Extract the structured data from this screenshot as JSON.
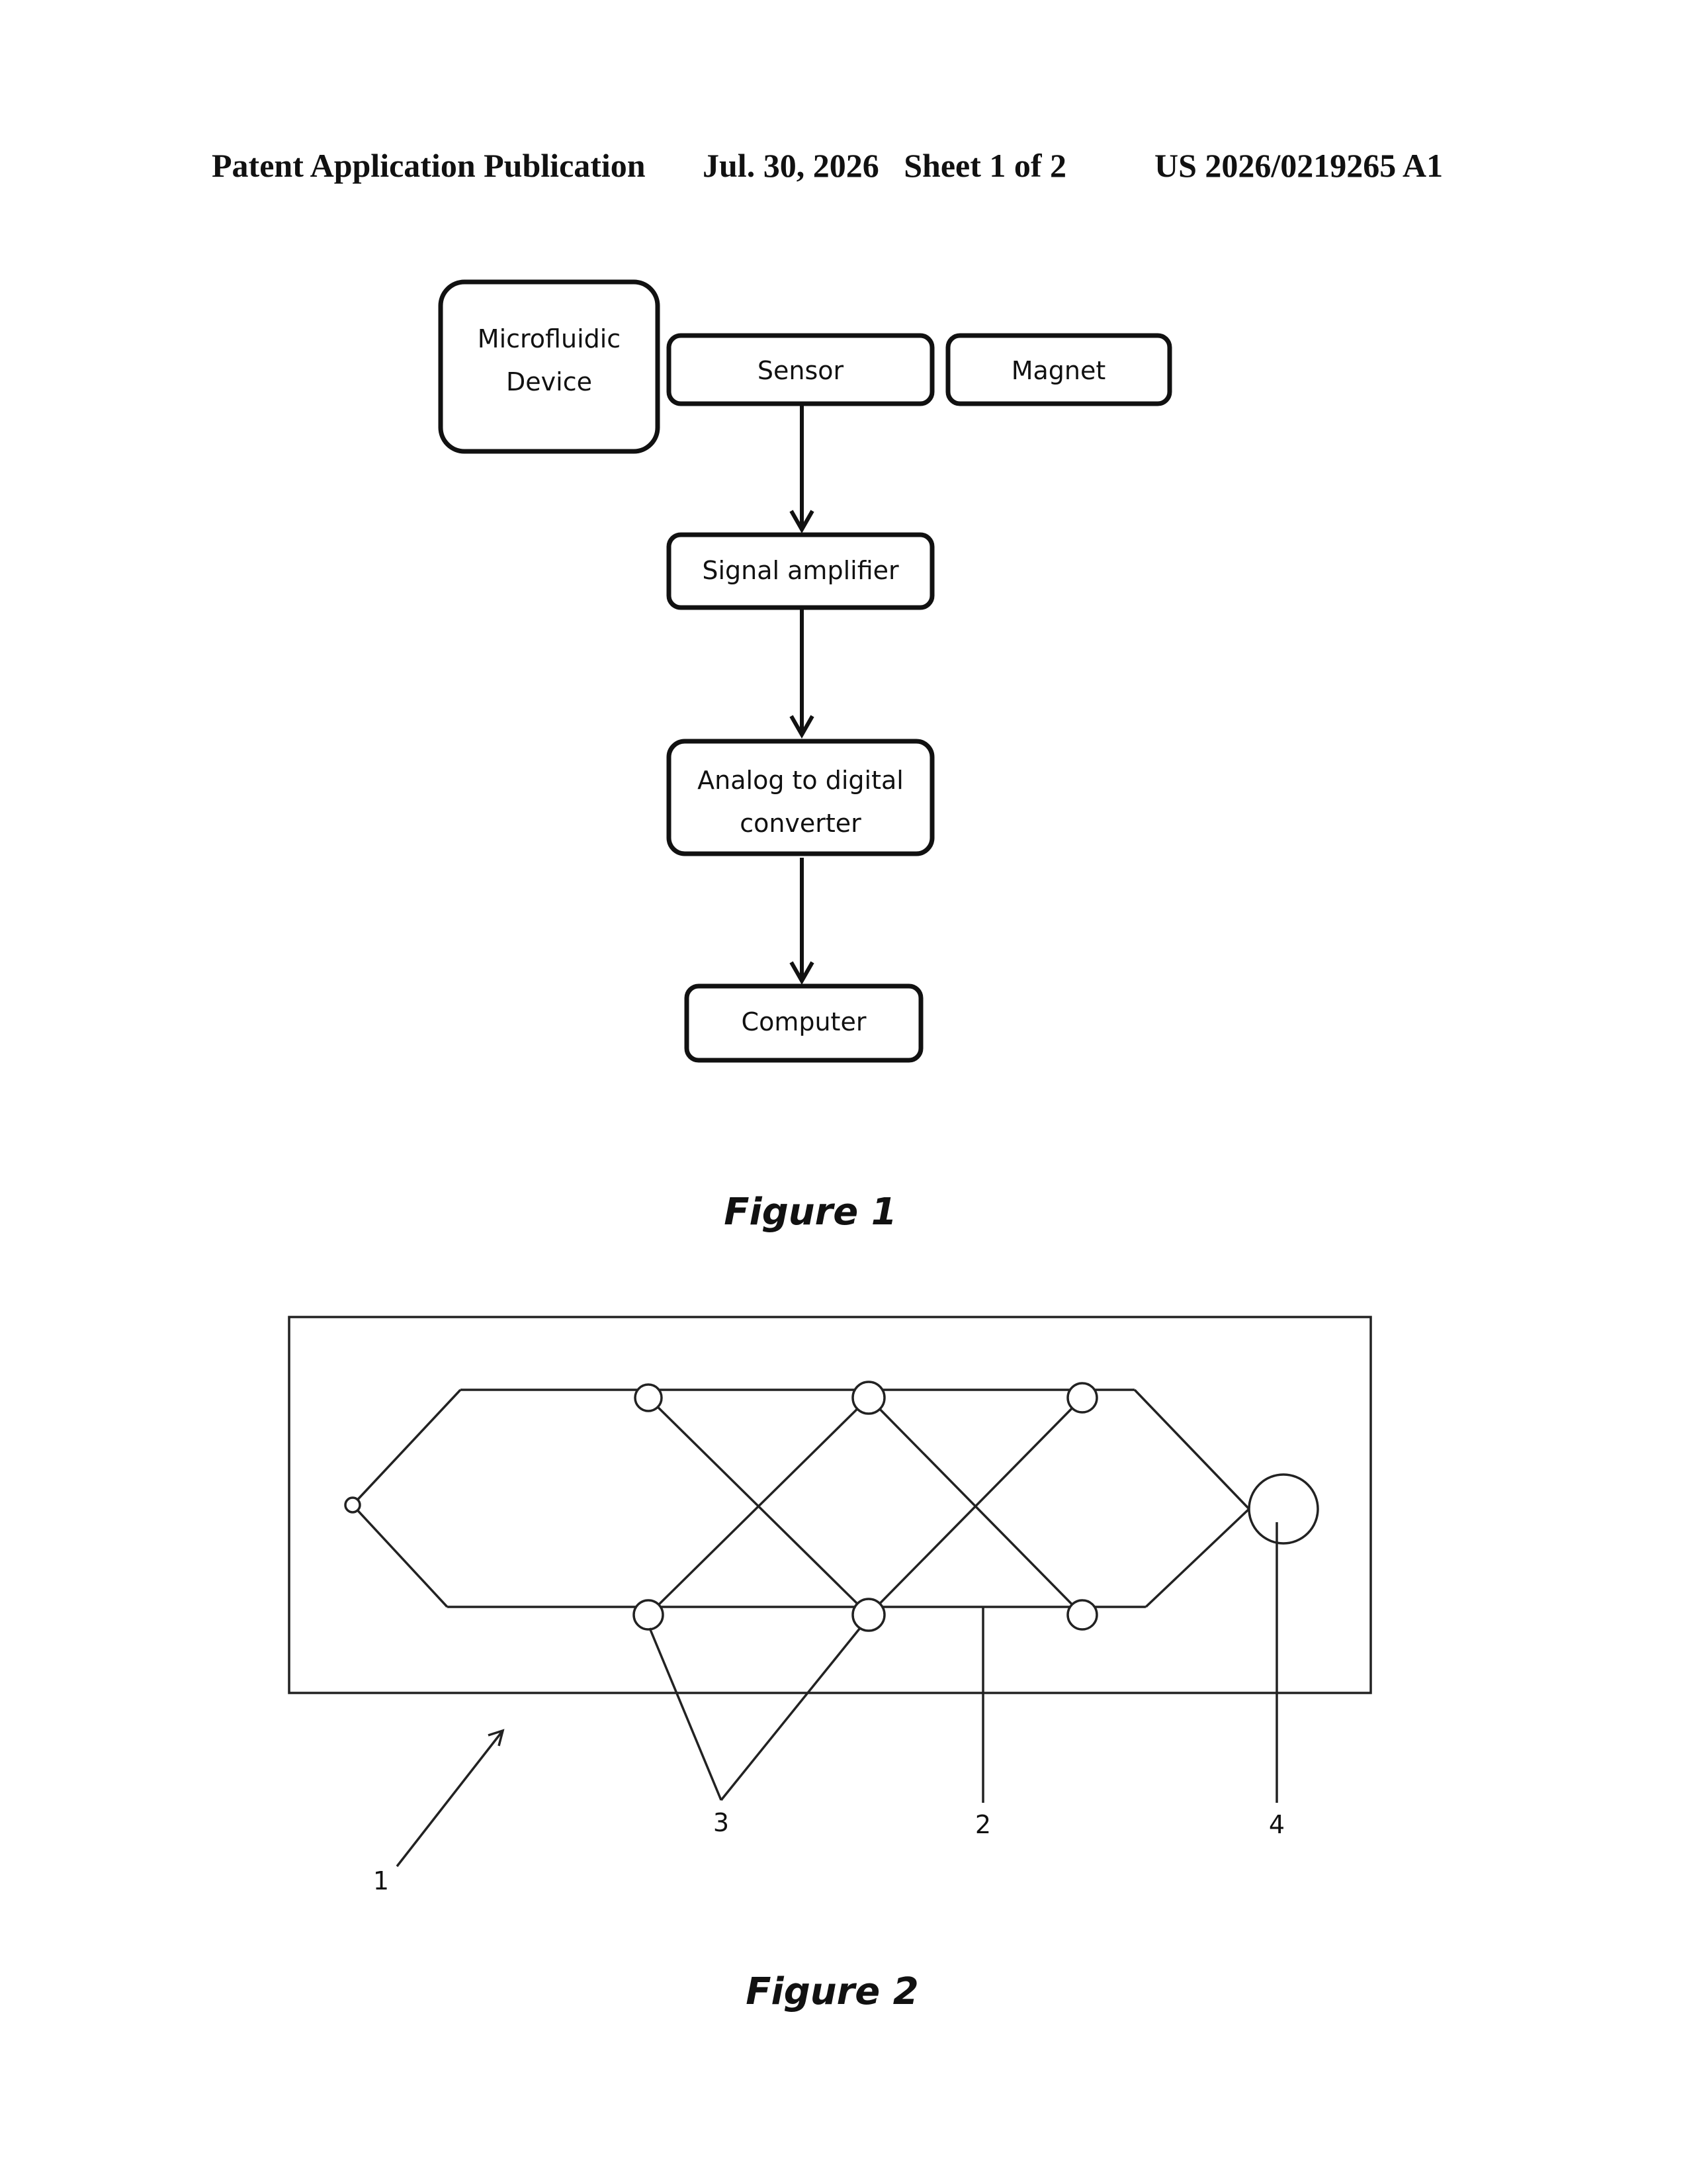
{
  "header": {
    "left": "Patent Application Publication",
    "middle": "Jul. 30, 2026   Sheet 1 of 2",
    "right": "US 2026/0219265 A1"
  },
  "figure1": {
    "caption": "Figure 1",
    "blocks": {
      "microfluidic_line1": "Microfluidic",
      "microfluidic_line2": "Device",
      "sensor": "Sensor",
      "magnet": "Magnet",
      "amplifier": "Signal amplifier",
      "adc_line1": "Analog to digital",
      "adc_line2": "converter",
      "computer": "Computer"
    },
    "edges": [
      {
        "from": "Sensor",
        "to": "Signal amplifier"
      },
      {
        "from": "Signal amplifier",
        "to": "Analog to digital converter"
      },
      {
        "from": "Analog to digital converter",
        "to": "Computer"
      }
    ]
  },
  "figure2": {
    "caption": "Figure 2",
    "reference_numerals": {
      "device": "1",
      "channel": "2",
      "junctions": "3",
      "outlet": "4"
    }
  }
}
